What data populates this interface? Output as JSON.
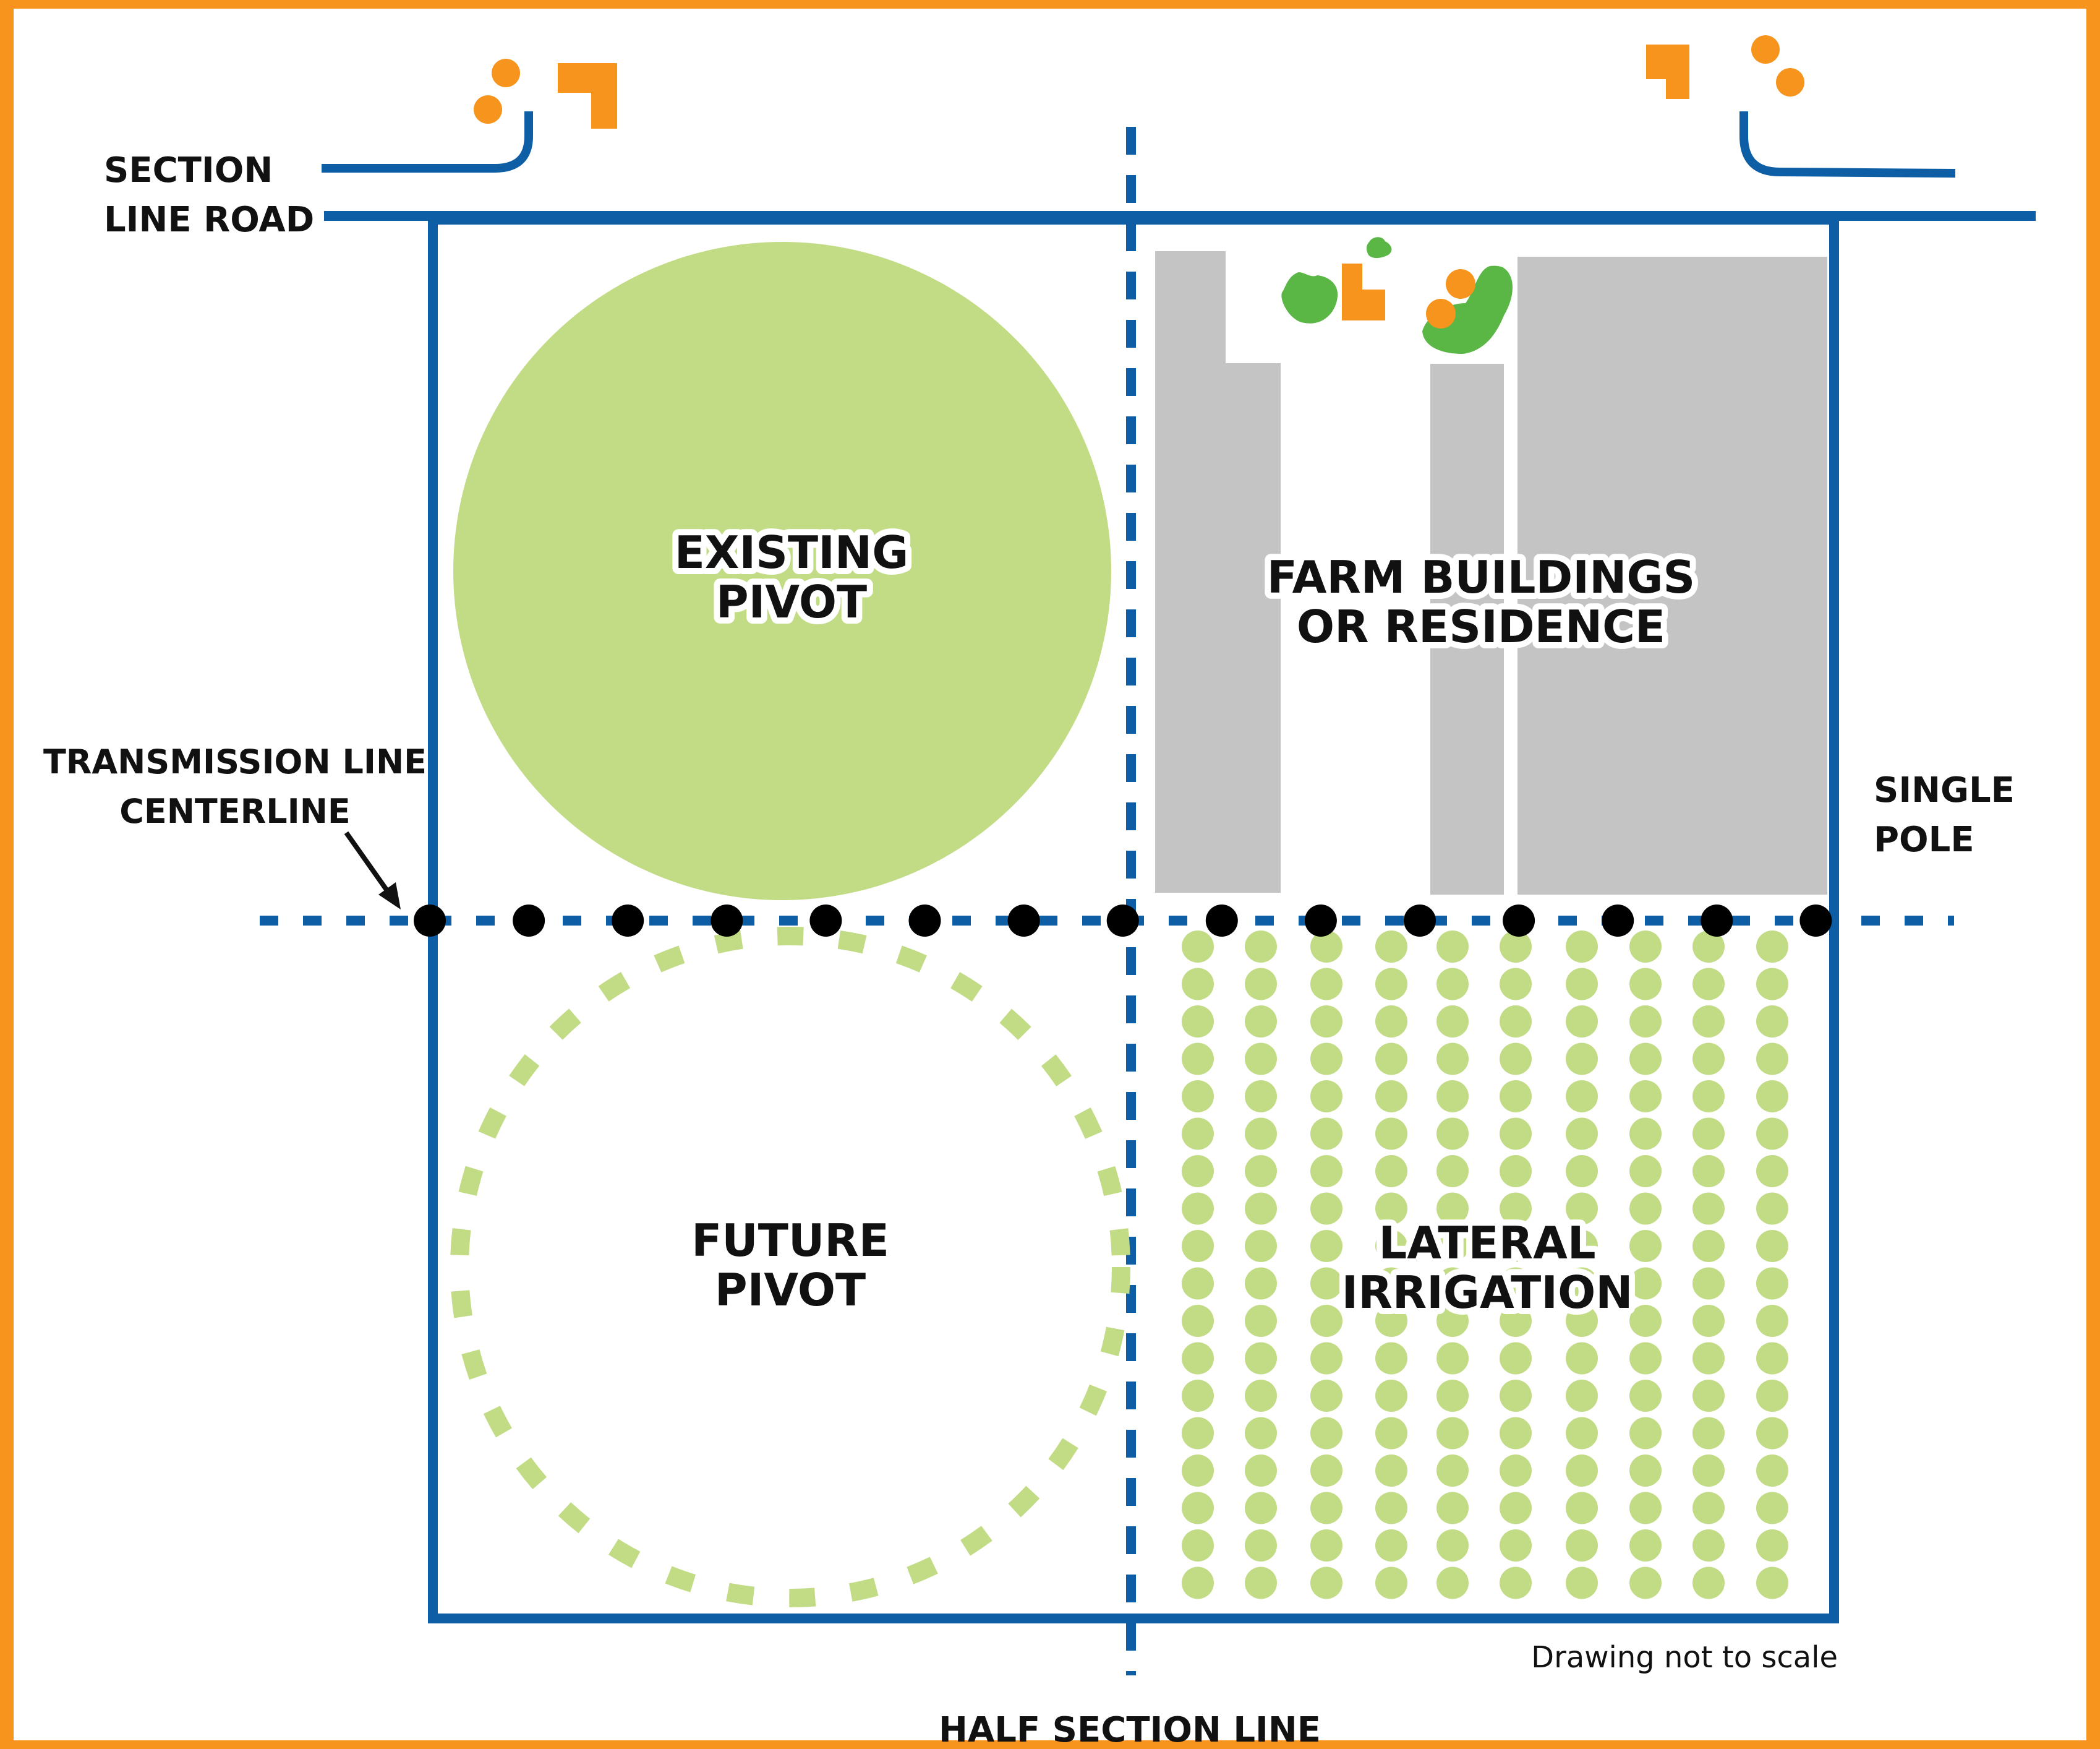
{
  "colors": {
    "road": "#0E5EA6",
    "border": "#F7941D",
    "pivot_fill": "#C2DC86",
    "irrigation_dot": "#C2DC86",
    "building": "#C4C4C4",
    "pole": "#000000",
    "tree": "#5BB745",
    "marker": "#F7941D"
  },
  "labels": {
    "section_road_1": "SECTION",
    "section_road_2": "LINE ROAD",
    "transmission_1": "TRANSMISSION LINE",
    "transmission_2": "CENTERLINE",
    "single_pole_1": "SINGLE",
    "single_pole_2": "POLE",
    "existing_pivot_1": "EXISTING",
    "existing_pivot_2": "PIVOT",
    "farm_buildings_1": "FARM BUILDINGS",
    "farm_buildings_2": "OR RESIDENCE",
    "future_pivot_1": "FUTURE",
    "future_pivot_2": "PIVOT",
    "lateral_irrigation_1": "LATERAL",
    "lateral_irrigation_2": "IRRIGATION",
    "half_section": "HALF SECTION LINE",
    "scale_note": "Drawing not to scale"
  },
  "icons": {
    "pole": "pole-marker-icon",
    "tree": "tree-icon",
    "house": "house-icon",
    "arrow": "arrow-icon"
  }
}
